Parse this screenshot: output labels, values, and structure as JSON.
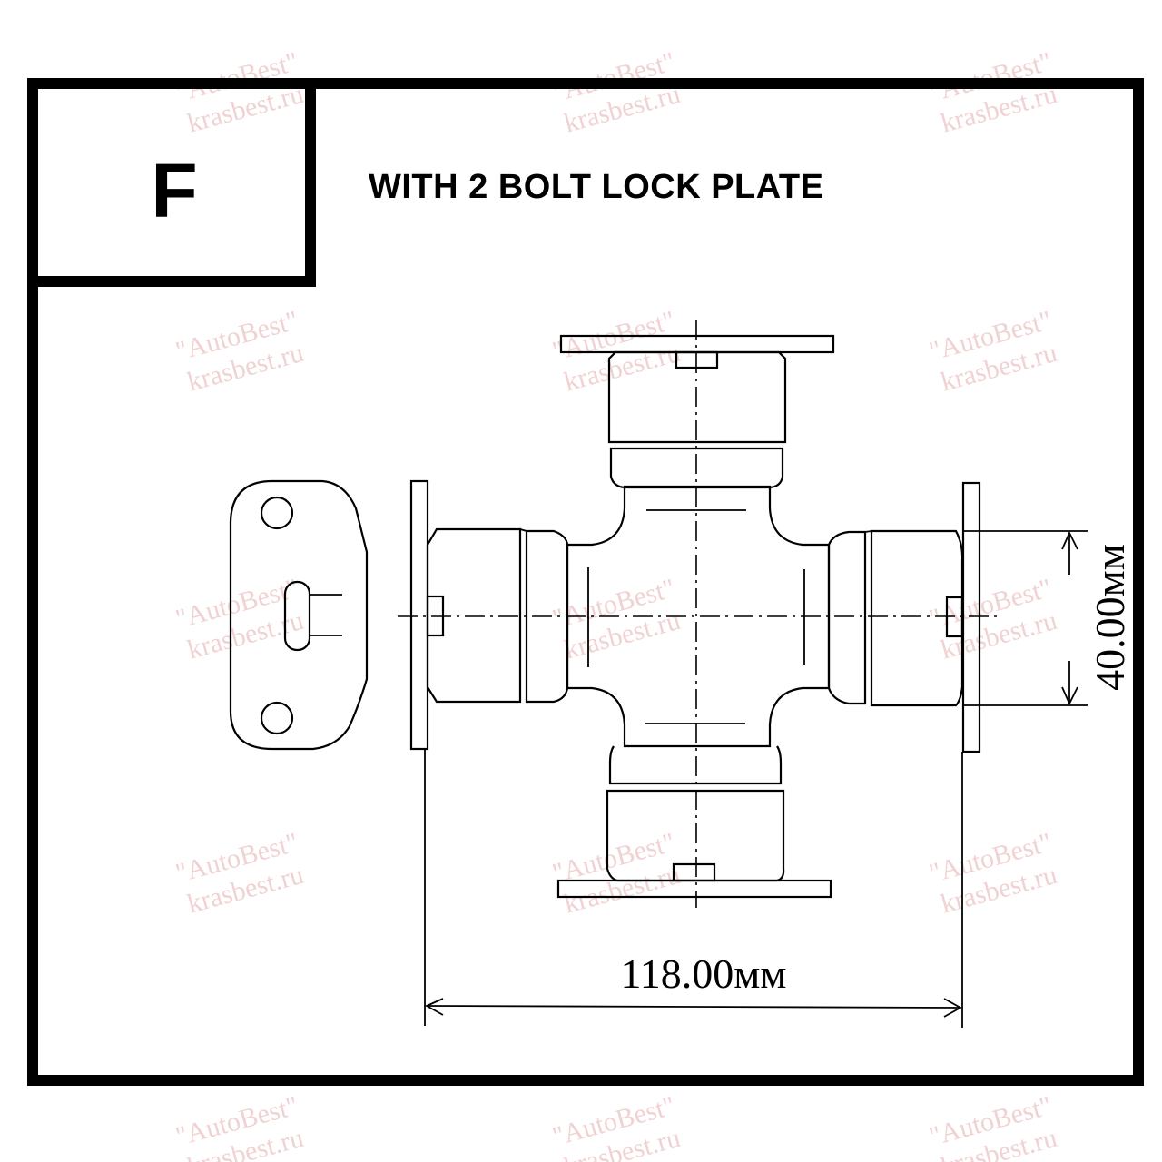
{
  "sheet": {
    "variant_letter": "F",
    "title": "WITH 2 BOLT LOCK PLATE"
  },
  "dimensions": {
    "overall_length": {
      "value": 118.0,
      "unit": "мм",
      "label": "118.00мм"
    },
    "cup_diameter": {
      "value": 40.0,
      "unit": "мм",
      "label": "40.00мм"
    }
  },
  "watermark": {
    "line1": "\"AutoBest\"",
    "line2": "krasbest.ru",
    "color": "#f1d2d2"
  },
  "colors": {
    "line": "#000000",
    "background": "#ffffff"
  }
}
